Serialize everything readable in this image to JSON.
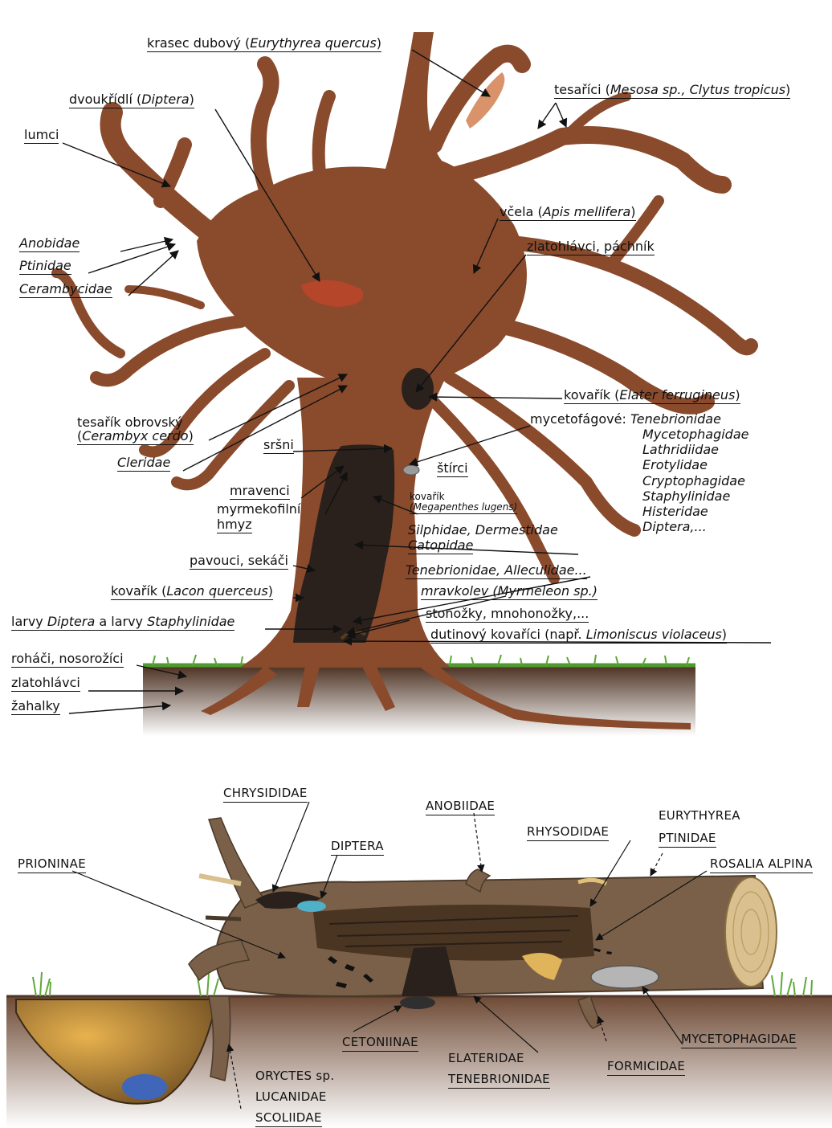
{
  "tree": {
    "krasec": {
      "pre": "krasec dubový (",
      "it": "Eurythyrea quercus",
      "post": ")"
    },
    "dvoukridli": {
      "pre": "dvoukřídlí (",
      "it": "Diptera",
      "post": ")"
    },
    "tesarici": {
      "pre": "tesaříci (",
      "it": "Mesosa sp., Clytus tropicus",
      "post": ")"
    },
    "lumci": "lumci",
    "anobidae": "Anobidae",
    "ptinidae": "Ptinidae",
    "cerambycidae": "Cerambycidae",
    "vcela": {
      "pre": "včela (",
      "it": "Apis mellifera",
      "post": ")"
    },
    "zlatohlavci_pachnik": "zlatohlávci, páchník",
    "kovarik_elater": {
      "pre": "kovařík (",
      "it": "Elater ferrugineus",
      "post": ")"
    },
    "tesarik_obrovsky_1": "tesařík obrovský",
    "tesarik_obrovsky_2": {
      "pre": "(",
      "it": "Cerambyx cerdo",
      "post": ")"
    },
    "cleridae": "Cleridae",
    "mycetofagove": {
      "pre": "mycetofágové: ",
      "it": "Tenebrionidae"
    },
    "myceto_list": [
      "Mycetophagidae",
      "Lathridiidae",
      "Erotylidae",
      "Cryptophagidae",
      "Staphylinidae",
      "Histeridae",
      "Diptera,..."
    ],
    "srsni": "sršni",
    "stirci": "štírci",
    "kovarik_mega_1": "kovařík",
    "kovarik_mega_2": "(Megapenthes lugens)",
    "mravenci": "mravenci",
    "myrmekofilni": "myrmekofilní",
    "hmyz": "hmyz",
    "silphidae": "Silphidae, Dermestidae",
    "catopidae": "Catopidae",
    "pavouci": "pavouci, sekáči",
    "tenebrionidae_all": "Tenebrionidae, Alleculidae...",
    "kovarik_lacon": {
      "pre": "kovařík (",
      "it": "Lacon querceus",
      "post": ")"
    },
    "mravkolev": "mravkolev (Myrmeleon sp.)",
    "larvy": {
      "a": "larvy ",
      "b": "Diptera",
      "c": " a larvy ",
      "d": "Staphylinidae"
    },
    "stonozky": "stonožky, mnohonožky,...",
    "dutinovy": {
      "pre": "dutinový kovaříci (např. ",
      "it": "Limoniscus violaceus",
      "post": ")"
    },
    "rohaci": "roháči, nosorožíci",
    "zlatohlavci": "zlatohlávci",
    "zahalky": "žahalky"
  },
  "log": {
    "chrysididae": "CHRYSIDIDAE",
    "anobiidae": "ANOBIIDAE",
    "eurythyrea": "EURYTHYREA",
    "ptinidae": "PTINIDAE",
    "diptera": "DIPTERA",
    "rhysodidae": "RHYSODIDAE",
    "prioninae": "PRIONINAE",
    "rosalia": "ROSALIA ALPINA",
    "cetoniinae": "CETONIINAE",
    "elateridae": "ELATERIDAE",
    "tenebrionidae": "TENEBRIONIDAE",
    "mycetophagidae": "MYCETOPHAGIDAE",
    "formicidae": "FORMICIDAE",
    "oryctes": "ORYCTES sp.",
    "lucanidae": "LUCANIDAE",
    "scoliidae": "SCOLIIDAE"
  },
  "colors": {
    "trunk": "#8a4a2c",
    "hollow": "#2a211c",
    "soil": "#6b4a35",
    "grass": "#4f9a2e",
    "wound": "#b6462a",
    "bark_patch": "#d9926a",
    "log_body": "#7a6048",
    "log_dark": "#3d3126",
    "log_end": "#d9c08e",
    "ground2": "#7a5a47",
    "cavity_water": "#3f66b8"
  }
}
